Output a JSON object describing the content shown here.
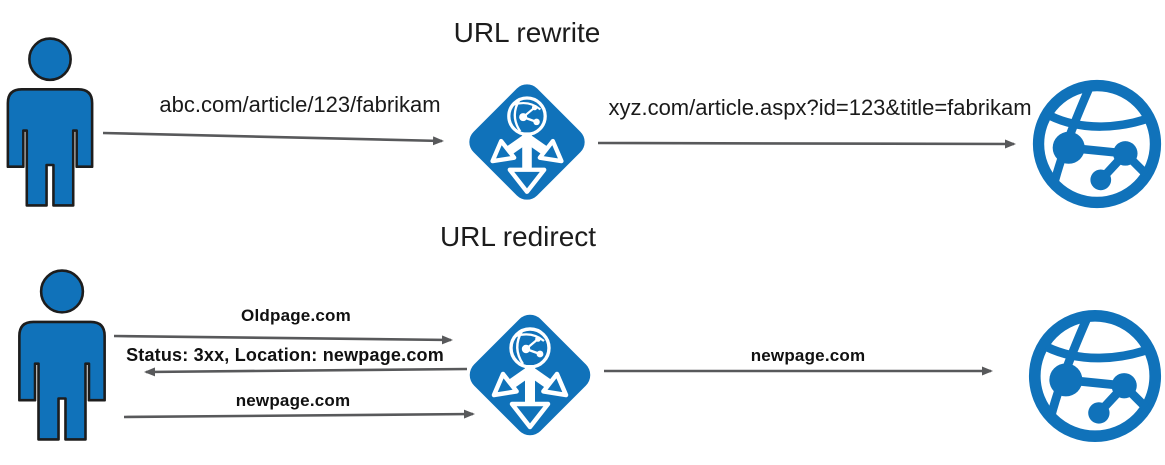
{
  "colors": {
    "azure_blue": "#1072BA",
    "arrow_gray": "#58595b",
    "text_dark": "#1c1c1c",
    "label_black": "#111111",
    "background": "#ffffff"
  },
  "sections": {
    "rewrite": {
      "title": "URL rewrite",
      "request_url": "abc.com/article/123/fabrikam",
      "rewritten_url": "xyz.com/article.aspx?id=123&title=fabrikam"
    },
    "redirect": {
      "title": "URL redirect",
      "request_url": "Oldpage.com",
      "response_status": "Status: 3xx, Location: newpage.com",
      "followup_url": "newpage.com",
      "forwarded_url": "newpage.com"
    }
  },
  "icons": {
    "user": "user-person-icon",
    "gateway": "application-gateway-icon",
    "web_app": "web-app-icon"
  }
}
